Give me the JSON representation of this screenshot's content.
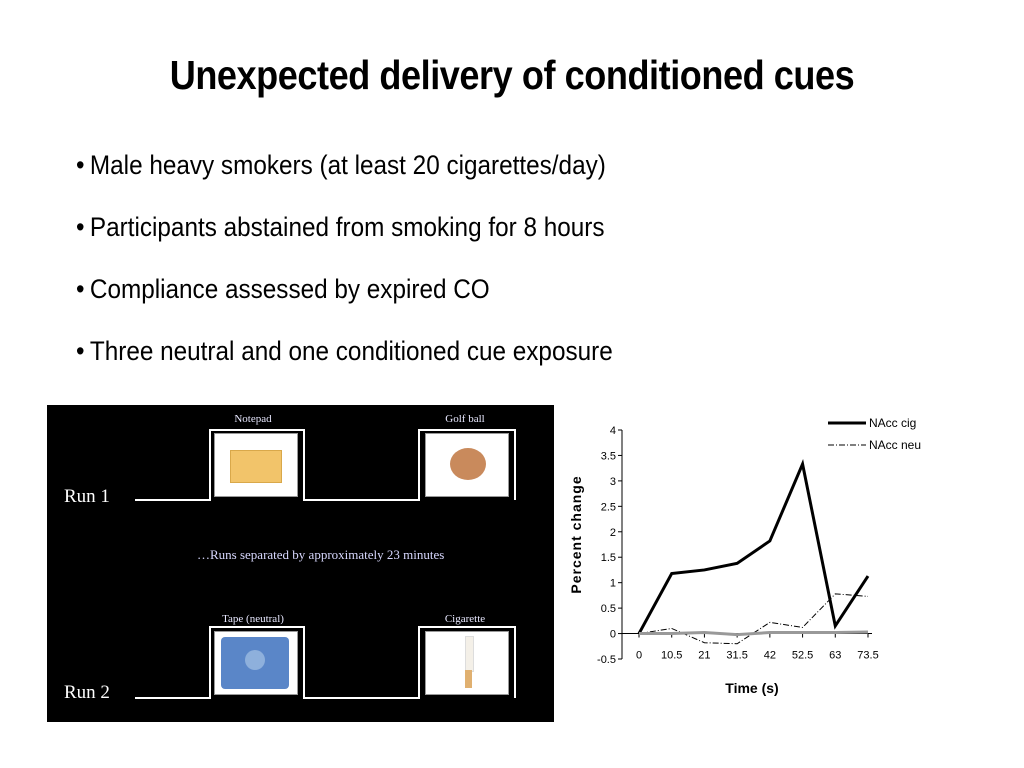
{
  "slide": {
    "title": "Unexpected delivery of conditioned cues",
    "bullet_glyph": "•",
    "bullets": [
      "Male heavy smokers (at least 20 cigarettes/day)",
      "Participants abstained from smoking for 8 hours",
      "Compliance assessed by expired CO",
      "Three neutral and one conditioned cue exposure"
    ]
  },
  "paradigm": {
    "run1_label": "Run 1",
    "run2_label": "Run 2",
    "note": "…Runs separated by approximately 23 minutes",
    "cues": {
      "notepad": "Notepad",
      "golf_ball": "Golf ball",
      "tape": "Tape (neutral)",
      "cigarette": "Cigarette"
    },
    "colors": {
      "background": "#000000",
      "notepad": "#f2c46a",
      "golf_ball": "#c98a5c",
      "tape": "#5a86c8",
      "cigarette": "#e0b070"
    }
  },
  "chart_data": {
    "type": "line",
    "x": [
      "0",
      "10.5",
      "21",
      "31.5",
      "42",
      "52.5",
      "63",
      "73.5"
    ],
    "xlabel": "Time (s)",
    "ylabel": "Percent change",
    "ylim": [
      -0.5,
      4
    ],
    "yticks": [
      "4",
      "3.5",
      "3",
      "2.5",
      "2",
      "1.5",
      "1",
      "0.5",
      "0",
      "-0.5"
    ],
    "ytick_values": [
      4,
      3.5,
      3,
      2.5,
      2,
      1.5,
      1,
      0.5,
      0,
      -0.5
    ],
    "legend_position": "top-right",
    "series": [
      {
        "name": "NAcc cig",
        "style": "solid-thick",
        "color": "#000000",
        "values": [
          0,
          1.18,
          1.25,
          1.38,
          1.82,
          3.33,
          0.15,
          1.13
        ]
      },
      {
        "name": "NAcc neu",
        "style": "dash-dot",
        "color": "#000000",
        "values": [
          0,
          0.1,
          -0.18,
          -0.2,
          0.22,
          0.12,
          0.78,
          0.73
        ]
      },
      {
        "style": "solid-gray",
        "color": "#999999",
        "values": [
          0,
          0.0,
          0.02,
          -0.02,
          0.02,
          0.02,
          0.02,
          0.03
        ]
      }
    ]
  }
}
